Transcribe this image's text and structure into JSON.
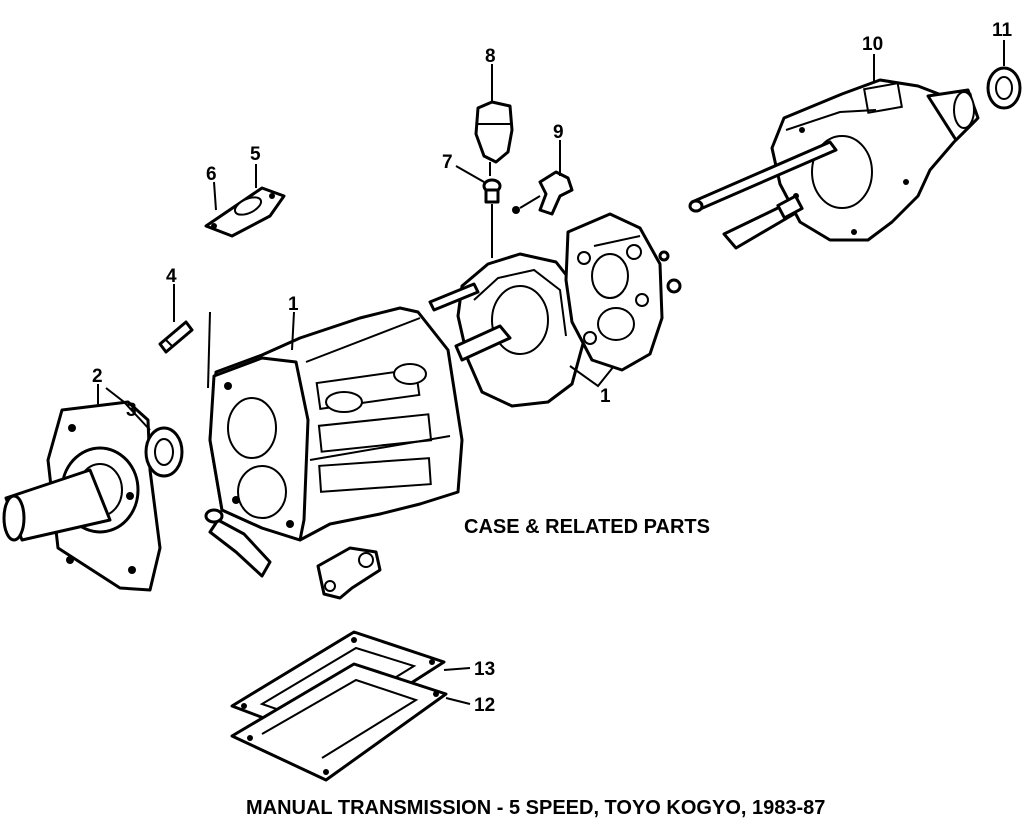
{
  "diagram": {
    "section_label": "CASE & RELATED PARTS",
    "caption": "MANUAL TRANSMISSION - 5 SPEED, TOYO KOGYO, 1983-87",
    "callouts": {
      "c1a": "1",
      "c1b": "1",
      "c2": "2",
      "c3": "3",
      "c4": "4",
      "c5": "5",
      "c6": "6",
      "c7": "7",
      "c8": "8",
      "c9": "9",
      "c10": "10",
      "c11": "11",
      "c12": "12",
      "c13": "13"
    }
  }
}
